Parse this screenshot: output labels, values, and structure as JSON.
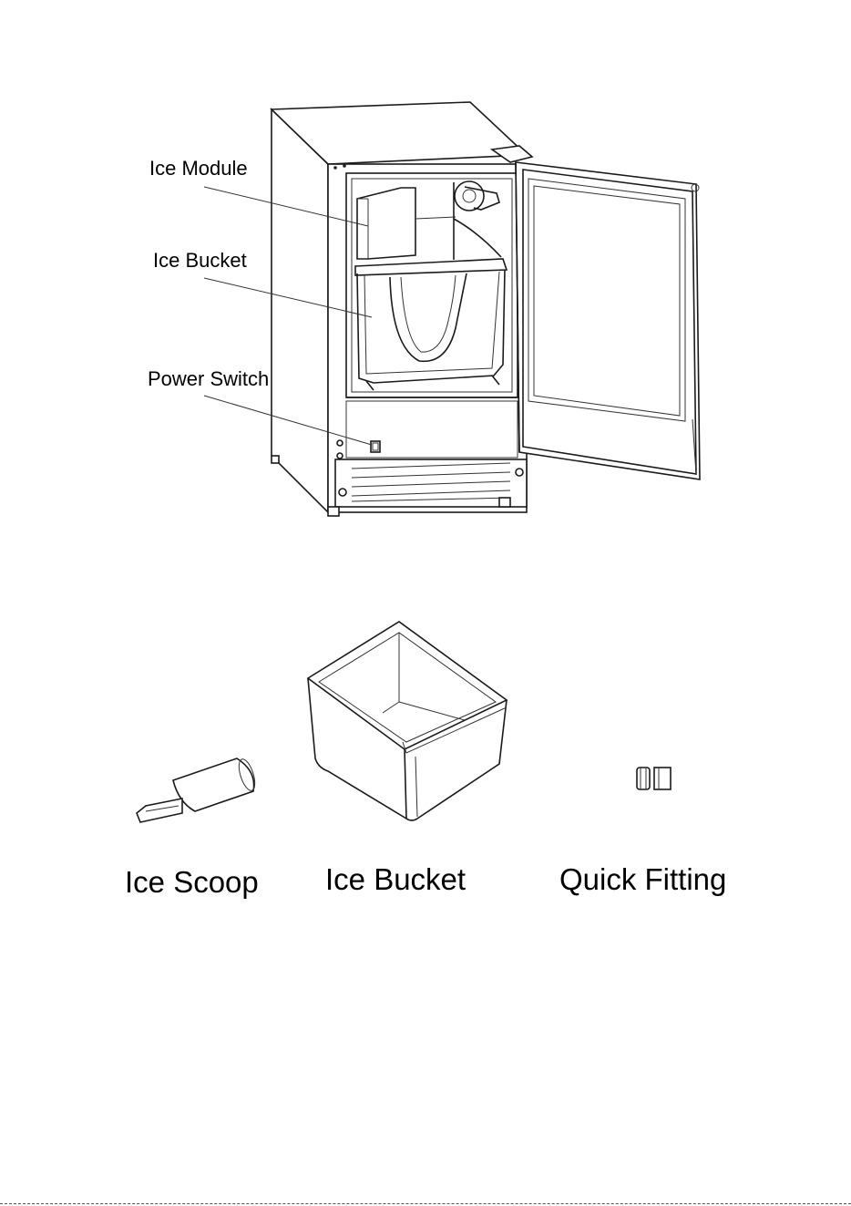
{
  "callouts": {
    "ice_module": "Ice Module",
    "ice_bucket": "Ice Bucket",
    "power_switch": "Power Switch"
  },
  "accessories": {
    "ice_scoop": "Ice Scoop",
    "ice_bucket": "Ice Bucket",
    "quick_fitting": "Quick Fitting"
  }
}
